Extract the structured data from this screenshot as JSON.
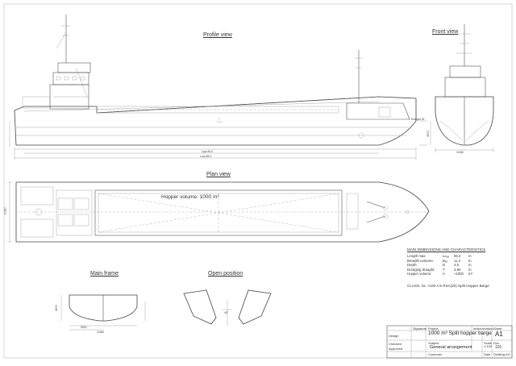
{
  "views": {
    "profile": "Profile view",
    "front": "Front view",
    "plan": "Plan view",
    "main_frame": "Main frame",
    "open_position": "Open position"
  },
  "plan_view": {
    "hopper_volume": "Hopper volume: 1000 m³"
  },
  "dimensions": {
    "lpp": "Lpp=60,0",
    "loa": "Loa=65,3",
    "breadth_front": "11360",
    "breadth_plan": "11360",
    "draught_mark": "Draught W.",
    "main_frame_breadth": "11360",
    "main_frame_width": "5000",
    "main_frame_depth": "4600",
    "open_angle": "40°",
    "front_depth": "5600"
  },
  "main_dimensions": {
    "heading": "MAIN DIMENSIONS AND CHARACTERISTICS",
    "rows": [
      {
        "name": "Length max:",
        "sym": "Lₘₐₓ",
        "value": "65,3",
        "unit": "m"
      },
      {
        "name": "Breadth extreme:",
        "sym": "Bₑₓ",
        "value": "11,4",
        "unit": "m"
      },
      {
        "name": "Depth:",
        "sym": "D",
        "value": "4,6",
        "unit": "m"
      },
      {
        "name": "Dredging draught:",
        "sym": "T",
        "value": "3,80",
        "unit": "m"
      },
      {
        "name": "Hopper volume:",
        "sym": "V",
        "value": "≈1000",
        "unit": "m³"
      }
    ],
    "class": "CLASS: GL +100 A 5 RSA(20) Split Hopper Barge"
  },
  "title_block": {
    "signature_label": "Signature",
    "project_label": "Project",
    "sheet_label": "Sheet",
    "project": "1000 m³ Split hopper barge",
    "sheet": "A1",
    "scale_label": "Scale",
    "scale": "1:100",
    "subject_label": "Subject",
    "subject": "General arrangement",
    "drawn": "Design",
    "checked": "Checked",
    "approved": "Approved",
    "doc_label": "Doc.",
    "doc_no": "101",
    "customer_label": "Customer",
    "date_label": "Date",
    "field_extra": "Index/revision",
    "firm": "Drafting AG"
  }
}
